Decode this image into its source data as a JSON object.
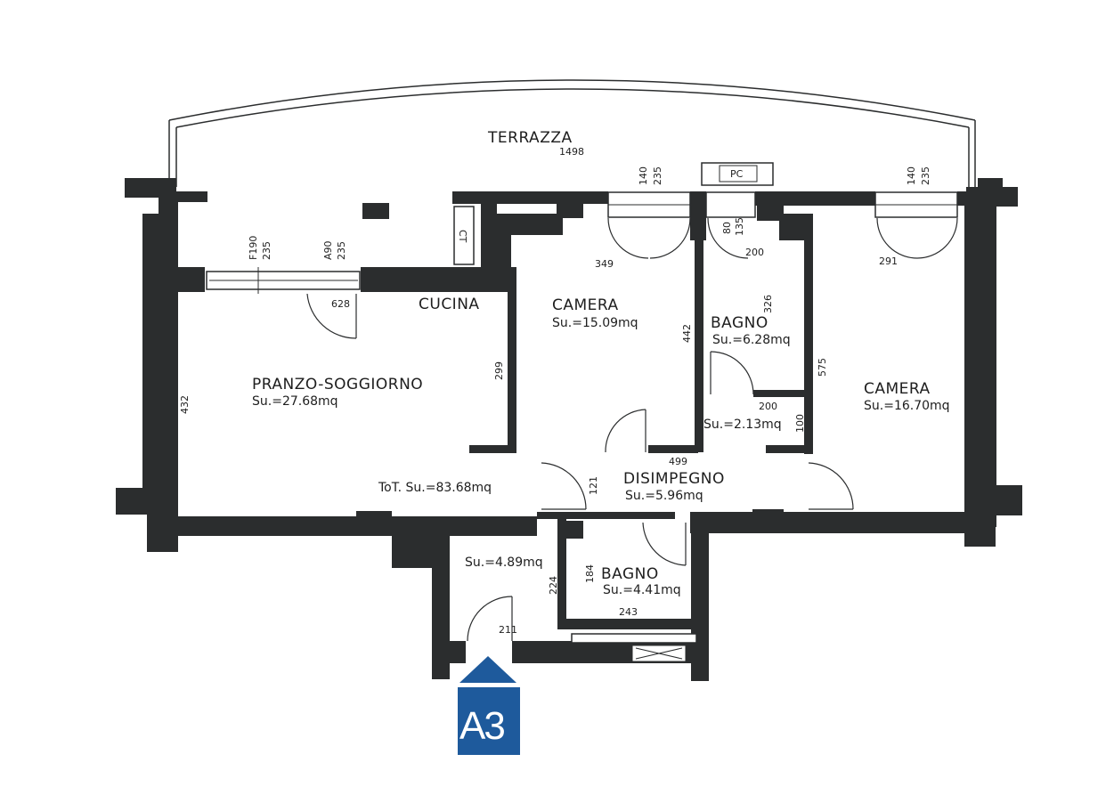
{
  "rooms": {
    "terrazza": "TERRAZZA",
    "cucina": "CUCINA",
    "pranzo": {
      "name": "PRANZO-SOGGIORNO",
      "area": "Su.=27.68mq"
    },
    "camera1": {
      "name": "CAMERA",
      "area": "Su.=15.09mq"
    },
    "bagno1": {
      "name": "BAGNO",
      "area": "Su.=6.28mq"
    },
    "camera2": {
      "name": "CAMERA",
      "area": "Su.=16.70mq"
    },
    "disimpegno": {
      "name": "DISIMPEGNO",
      "area": "Su.=5.96mq"
    },
    "bagno2": {
      "name": "BAGNO",
      "area": "Su.=4.41mq"
    },
    "ingresso_area": "Su.=4.89mq",
    "closet_area": "Su.=2.13mq",
    "total": "ToT. Su.=83.68mq"
  },
  "fixtures": {
    "ct": "CT",
    "pc": "PC"
  },
  "dimensions": {
    "d1498": "1498",
    "d140a": "140",
    "d235a": "235",
    "d140b": "140",
    "d235b": "235",
    "f190": "F190",
    "d235c": "235",
    "a90": "A90",
    "d235d": "235",
    "d349": "349",
    "d80": "80",
    "d135": "135",
    "d200a": "200",
    "d291": "291",
    "d628": "628",
    "d326": "326",
    "d442": "442",
    "d299": "299",
    "d432": "432",
    "d575": "575",
    "d200b": "200",
    "d100": "100",
    "d499": "499",
    "d121": "121",
    "d224": "224",
    "d184": "184",
    "d243": "243",
    "d211": "211"
  },
  "badge": {
    "label": "A3",
    "color": "#1e5a9c"
  },
  "colors": {
    "wall": "#2b2d2e",
    "background": "#ffffff"
  }
}
